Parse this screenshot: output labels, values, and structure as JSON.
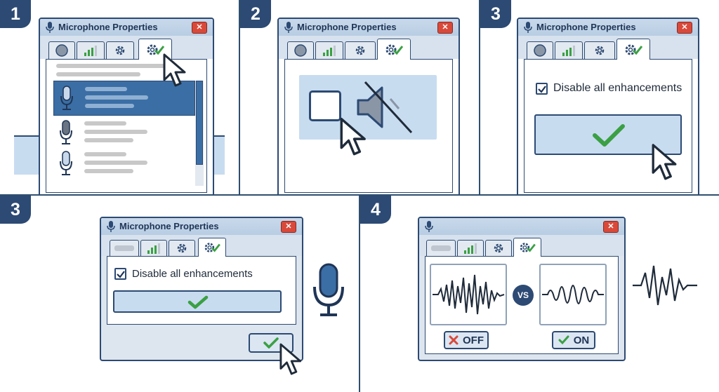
{
  "panels": [
    {
      "step": "1",
      "window_title": "Microphone Properties",
      "close": "✕"
    },
    {
      "step": "2",
      "window_title": "Microphone Properties",
      "close": "✕"
    },
    {
      "step": "3",
      "window_title": "Microphone Properties",
      "close": "✕",
      "checkbox_label": "Disable all enhancements"
    },
    {
      "step": "3",
      "window_title": "Microphone Properties",
      "close": "✕",
      "checkbox_label": "Disable all enhancements"
    },
    {
      "step": "4",
      "close": "✕",
      "vs_label": "VS",
      "off_label": "OFF",
      "on_label": "ON"
    }
  ],
  "icons": {
    "tab_general": "circle-icon",
    "tab_levels": "signal-bars-icon",
    "tab_advanced": "gear-icon",
    "tab_enhancements": "gear-check-icon",
    "device": "microphone-icon",
    "mute": "speaker-muted-icon",
    "confirm": "checkmark-icon",
    "cancel": "x-mark-icon",
    "pointer": "mouse-cursor-icon"
  },
  "colors": {
    "frame": "#2c4a73",
    "selection": "#3b6ea5",
    "highlight": "#c8dcf0",
    "check": "#3aa043",
    "close": "#d9493a"
  }
}
